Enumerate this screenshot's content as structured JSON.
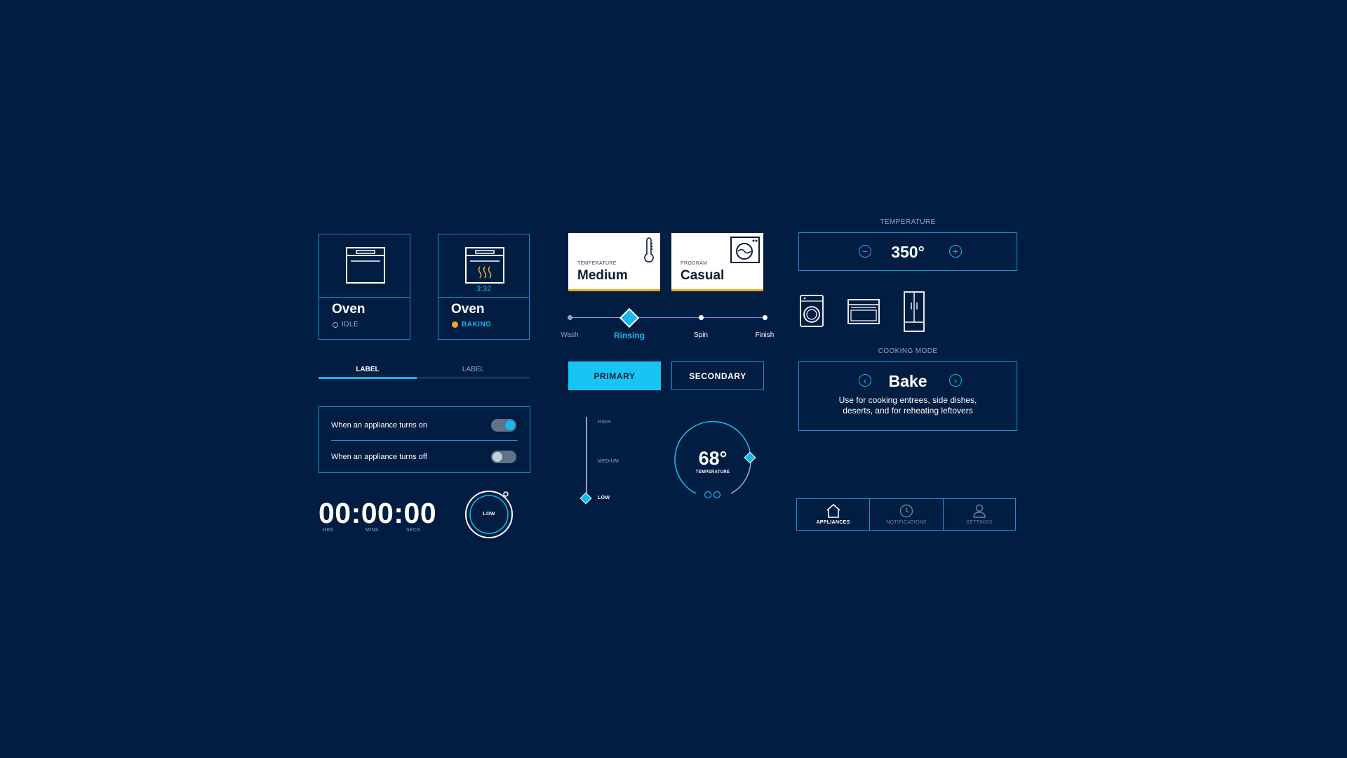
{
  "oven_cards": [
    {
      "title": "Oven",
      "status": "IDLE"
    },
    {
      "title": "Oven",
      "status": "BAKING",
      "timer": "3:32"
    }
  ],
  "tabs": [
    {
      "label": "LABEL",
      "active": true
    },
    {
      "label": "LABEL",
      "active": false
    }
  ],
  "notifications": [
    {
      "label": "When an appliance turns on",
      "enabled": true
    },
    {
      "label": "When an appliance turns off",
      "enabled": false
    }
  ],
  "timer": {
    "value": "00:00:00",
    "hrs": "HRS",
    "mins": "MINS",
    "secs": "SECS"
  },
  "dial_small": {
    "label": "LOW"
  },
  "tiles": [
    {
      "kicker": "TEMPERATURE",
      "value": "Medium",
      "icon": "thermometer-icon"
    },
    {
      "kicker": "PROGRAM",
      "value": "Casual",
      "icon": "washer-icon"
    }
  ],
  "cycle_steps": [
    {
      "label": "Wash",
      "state": "done"
    },
    {
      "label": "Rinsing",
      "state": "current"
    },
    {
      "label": "Spin",
      "state": "upcoming"
    },
    {
      "label": "Finish",
      "state": "upcoming"
    }
  ],
  "buttons": {
    "primary": "PRIMARY",
    "secondary": "SECONDARY"
  },
  "level_slider": {
    "levels": [
      "HIGH",
      "MEDIUM",
      "LOW"
    ],
    "selected": "LOW"
  },
  "temp_dial": {
    "value": "68°",
    "label": "TEMPERATURE"
  },
  "temperature": {
    "section_label": "TEMPERATURE",
    "value": "350°"
  },
  "appliance_icons": [
    "washer-icon",
    "oven-icon",
    "refrigerator-icon"
  ],
  "cooking_mode": {
    "section_label": "COOKING MODE",
    "mode": "Bake",
    "description": "Use for cooking entrees, side dishes, deserts, and for reheating leftovers"
  },
  "bottom_nav": [
    {
      "label": "APPLIANCES",
      "icon": "home-icon",
      "active": true
    },
    {
      "label": "NOTIFICATIONS",
      "icon": "clock-icon",
      "active": false
    },
    {
      "label": "SETTINGS",
      "icon": "user-icon",
      "active": false
    }
  ],
  "colors": {
    "background": "#011e42",
    "accent": "#17b8ee",
    "border": "#1c92d2",
    "warning": "#f6a623"
  }
}
